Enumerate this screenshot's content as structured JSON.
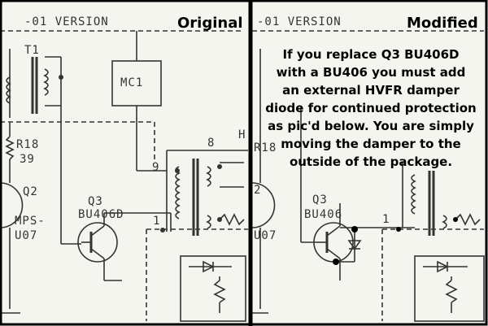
{
  "left_panel": {
    "version_label": "-01 VERSION",
    "heading": "Original",
    "labels": {
      "transformer": "T1",
      "ic": "MC1",
      "resistor_ref": "R18",
      "resistor_value": "39",
      "q2_ref": "Q2",
      "q2_part_line1": "MPS-",
      "q2_part_line2": "U07",
      "q3_ref": "Q3",
      "q3_part": "BU406D",
      "pin8": "8",
      "pin9": "9",
      "pin1": "1",
      "edge_h": "H"
    }
  },
  "right_panel": {
    "version_label": "-01 VERSION",
    "heading": "Modified",
    "note_lines": [
      "If you replace Q3 BU406D",
      "with a BU406 you must add",
      "an external HVFR damper",
      "diode for continued protection",
      "as pic'd below. You are simply",
      "moving the damper to the",
      "outside of the package."
    ],
    "labels": {
      "resistor_ref": "R18",
      "q3_ref": "Q3",
      "q3_part": "BU406",
      "pin1": "1",
      "pin2": "2",
      "q2_part_line2": "U07"
    }
  },
  "colors": {
    "border": "#000000",
    "ink": "#333333",
    "paper": "#f5f5f0"
  }
}
